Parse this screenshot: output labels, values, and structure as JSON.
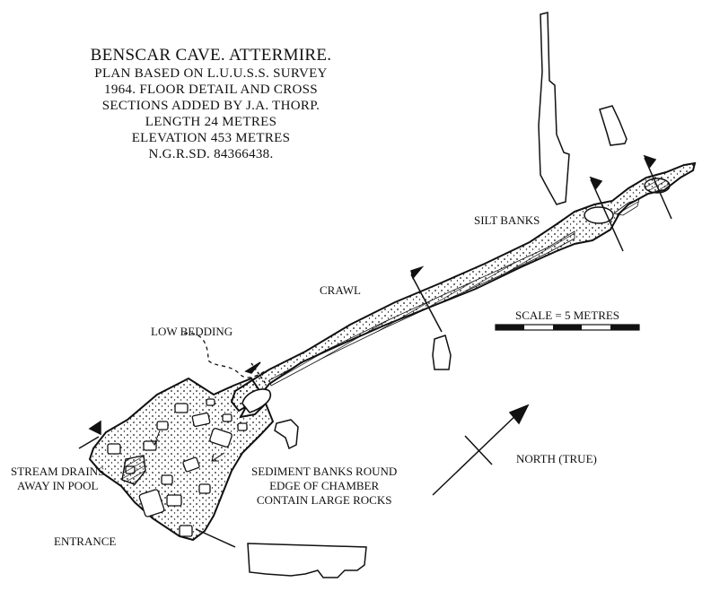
{
  "title_lines": [
    "BENSCAR CAVE. ATTERMIRE.",
    "PLAN BASED ON L.U.U.S.S. SURVEY",
    "1964. FLOOR DETAIL  AND CROSS",
    "SECTIONS  ADDED BY J.A. THORP.",
    "LENGTH 24 METRES",
    "ELEVATION  453 METRES",
    "N.G.R.SD.  84366438."
  ],
  "labels": {
    "silt_banks": "SILT BANKS",
    "crawl": "CRAWL",
    "scale": "SCALE = 5 METRES",
    "low_bedding": "LOW BEDDING",
    "north": "NORTH (TRUE)",
    "stream_drains": [
      "STREAM DRAINS",
      "AWAY IN POOL"
    ],
    "sediment_banks": [
      "SEDIMENT BANKS ROUND",
      "EDGE OF CHAMBER",
      "CONTAIN LARGE ROCKS"
    ],
    "entrance": "ENTRANCE"
  },
  "colors": {
    "ink": "#111111",
    "paper": "#ffffff"
  }
}
